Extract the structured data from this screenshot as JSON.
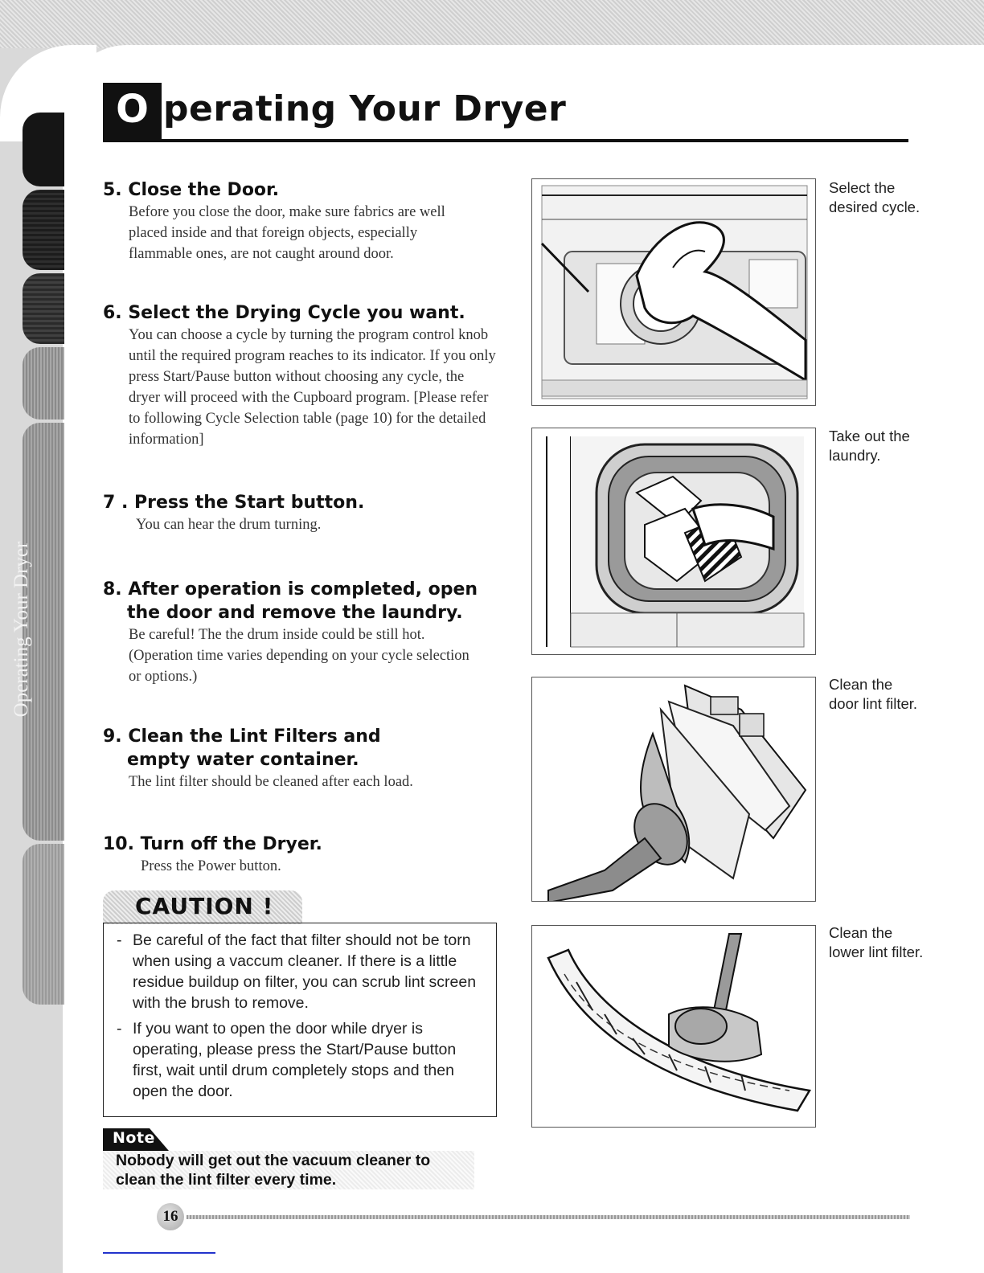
{
  "sidebar": {
    "label": "Operating Your Dryer"
  },
  "header": {
    "title_initial": "O",
    "title_rest": "perating Your Dryer"
  },
  "steps": [
    {
      "heading": "5. Close the Door.",
      "body": "Before you close the door, make sure fabrics are well placed inside and that foreign objects, especially flammable ones, are not caught around door."
    },
    {
      "heading": "6. Select the Drying Cycle you want.",
      "body": "You can choose a cycle by turning the program control knob until the required program reaches to its indicator. If you only press Start/Pause button without choosing any cycle, the dryer will proceed with the Cupboard program. [Please refer to following Cycle Selection table (page 10) for the detailed information]"
    },
    {
      "heading": "7 . Press the Start button.",
      "body": "You can hear the drum turning."
    },
    {
      "heading": "8. After operation is completed, open the door and remove the laundry.",
      "body": "Be careful! The the drum inside could be still hot. (Operation time varies depending on your cycle selection or options.)"
    },
    {
      "heading": "9. Clean the Lint Filters and empty water container.",
      "body": "The lint filter should be cleaned after each load."
    },
    {
      "heading": "10. Turn off the Dryer.",
      "body": "Press the Power button."
    }
  ],
  "caution": {
    "title": "CAUTION !",
    "items": [
      {
        "dash": "-",
        "text": "Be careful of the fact that filter should not be torn when using a vaccum cleaner. If there is a little residue buildup on filter, you can scrub lint screen with the brush to remove."
      },
      {
        "dash": "-",
        "text": "If  you want to open the door while dryer is operating, please press the Start/Pause button first, wait until drum completely stops and then open the door."
      }
    ]
  },
  "note": {
    "label": "Note",
    "text": "Nobody will get out the vacuum cleaner to clean the lint filter every time."
  },
  "figures": [
    {
      "caption": "Select the desired cycle.",
      "icon": "knob-turning-illustration"
    },
    {
      "caption": "Take out the laundry.",
      "icon": "drum-laundry-illustration"
    },
    {
      "caption": "Clean the door lint filter.",
      "icon": "door-filter-vacuum-illustration"
    },
    {
      "caption": "Clean the lower lint filter.",
      "icon": "lower-filter-vacuum-illustration"
    }
  ],
  "footer": {
    "page_number": "16"
  }
}
